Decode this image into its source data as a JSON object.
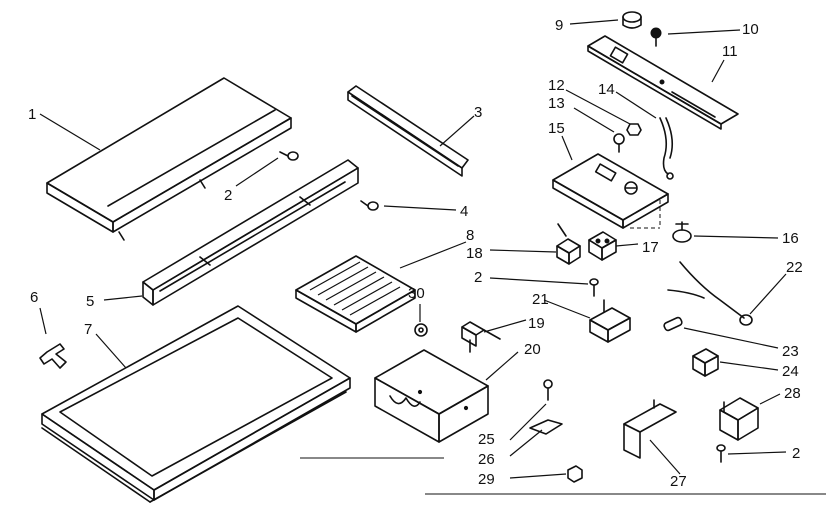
{
  "diagram": {
    "callouts": {
      "c1": "1",
      "c2a": "2",
      "c3": "3",
      "c4": "4",
      "c5": "5",
      "c6": "6",
      "c7": "7",
      "c8": "8",
      "c9": "9",
      "c10": "10",
      "c11": "11",
      "c12": "12",
      "c13": "13",
      "c14": "14",
      "c15": "15",
      "c16": "16",
      "c17": "17",
      "c18": "18",
      "c2b": "2",
      "c19": "19",
      "c20": "20",
      "c21": "21",
      "c22": "22",
      "c23": "23",
      "c24": "24",
      "c25": "25",
      "c26": "26",
      "c27": "27",
      "c28": "28",
      "c2c": "2",
      "c29": "29",
      "c30": "30"
    }
  }
}
